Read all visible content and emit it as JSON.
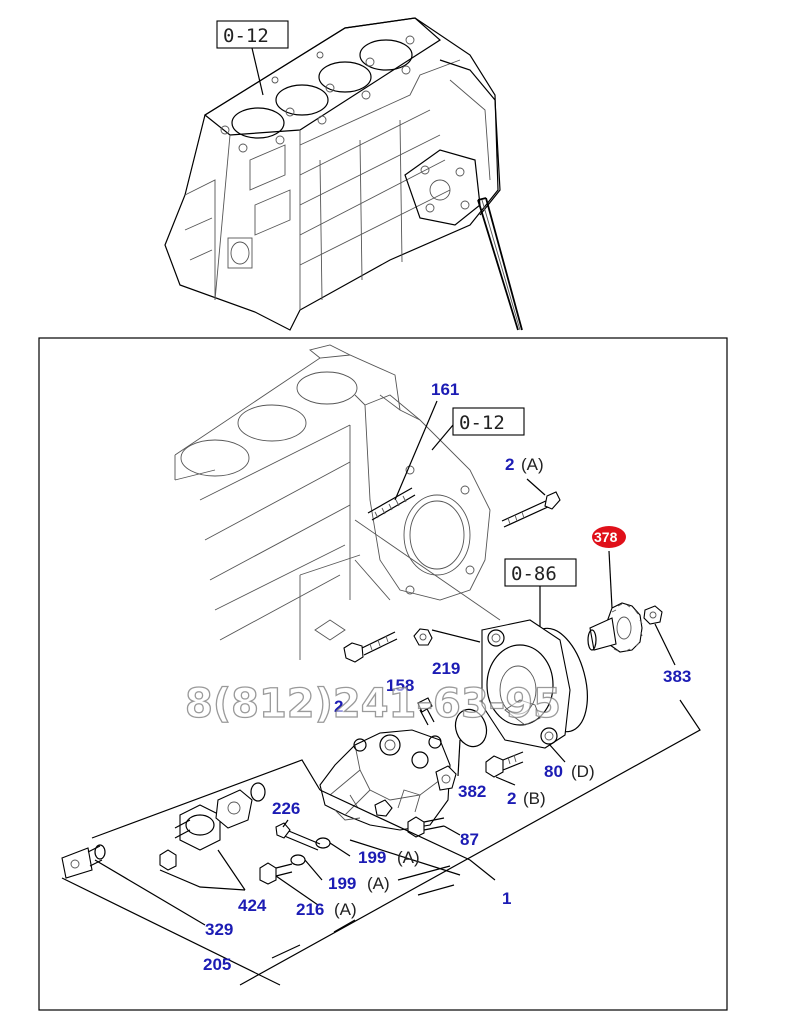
{
  "colors": {
    "part_number": "#1c1cb4",
    "highlight_fill": "#e0101a",
    "highlight_text": "#ffffff",
    "line": "#000000",
    "background": "#ffffff"
  },
  "reference_boxes": {
    "top": "0-12",
    "inner": "0-12",
    "pump": "0-86"
  },
  "parts": {
    "p161": "161",
    "p2a": "2",
    "p2a_suffix": "(A)",
    "p378": "378",
    "p383": "383",
    "p219": "219",
    "p158": "158",
    "p2c": "2",
    "p80": "80",
    "p80_suffix": "(D)",
    "p382": "382",
    "p2b": "2",
    "p2b_suffix": "(B)",
    "p87": "87",
    "p226": "226",
    "p199a": "199",
    "p199a_suffix": "(A)",
    "p199b": "199",
    "p199b_suffix": "(A)",
    "p1": "1",
    "p424": "424",
    "p216": "216",
    "p216_suffix": "(A)",
    "p329": "329",
    "p205": "205"
  },
  "watermark": "8(812)241-63-95"
}
